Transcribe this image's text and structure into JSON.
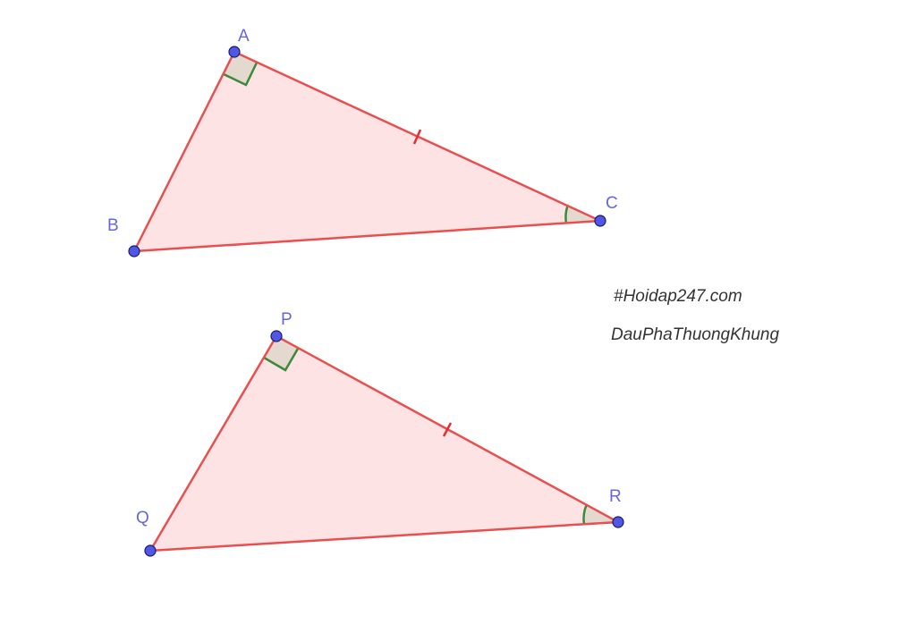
{
  "triangles": {
    "abc": {
      "vertices": {
        "a": "A",
        "b": "B",
        "c": "C"
      }
    },
    "pqr": {
      "vertices": {
        "p": "P",
        "q": "Q",
        "r": "R"
      }
    }
  },
  "watermark": {
    "line1": "#Hoidap247.com",
    "line2": "DauPhaThuongKhung"
  },
  "colors": {
    "edge": "#e85050",
    "fill": "#fde3e3",
    "point": "#5057e6",
    "point_stroke": "#1a1a6a",
    "label": "#6666dd",
    "right_angle_stroke": "#3a8a3a",
    "right_angle_fill": "#e4d9cf",
    "angle_arc": "#3a8a3a",
    "tick": "#e03030"
  }
}
